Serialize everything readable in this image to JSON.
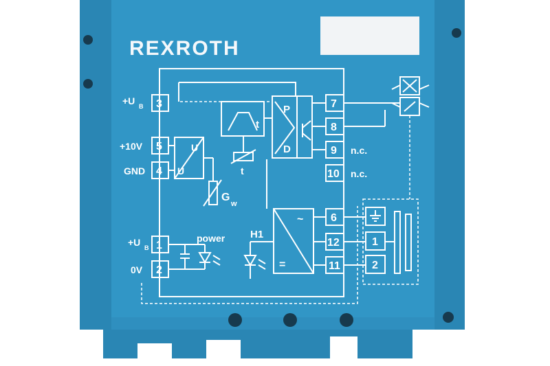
{
  "brand": "REXROTH",
  "colors": {
    "housing": "#2f8fbf",
    "housing_dark": "#1f6f99",
    "print": "#ffffff",
    "label_field": "#f2f4f6"
  },
  "terminals": {
    "t3": "3",
    "t5": "5",
    "t4": "4",
    "t1": "1",
    "t2": "2",
    "t7": "7",
    "t8": "8",
    "t9": "9",
    "t10": "10",
    "t6": "6",
    "t12": "12",
    "t11": "11",
    "s1": "1",
    "s2": "2"
  },
  "labels": {
    "ub_top": "+U",
    "ub_sub": "B",
    "v10": "+10V",
    "gnd": "GND",
    "ub_bottom": "+U",
    "ub_bottom_sub": "B",
    "zero_v": "0V",
    "power": "power",
    "h1": "H1",
    "nc9": "n.c.",
    "nc10": "n.c.",
    "gw": "G",
    "gw_sub": "w",
    "t_small": "t",
    "t_big": "t",
    "u_top": "U",
    "u_bottom": "U",
    "p": "P",
    "d": "D",
    "tilde": "~",
    "eq": "="
  }
}
